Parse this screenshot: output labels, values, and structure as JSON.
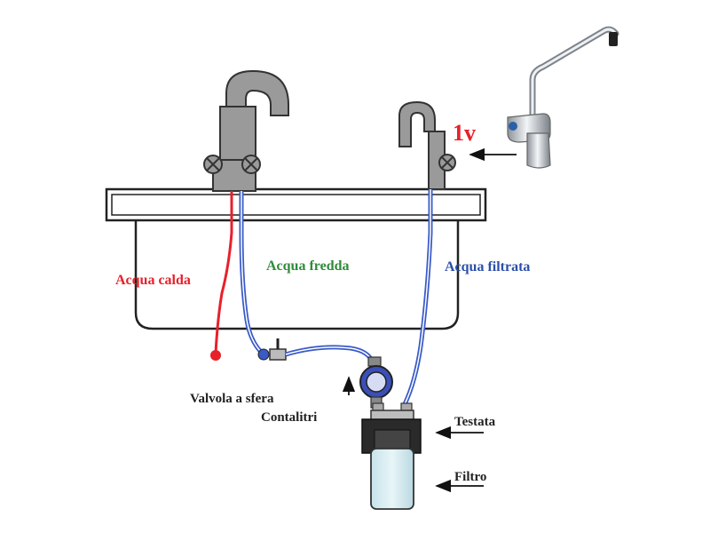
{
  "labels": {
    "hot_water": "Acqua calda",
    "cold_water": "Acqua fredda",
    "filtered_water": "Acqua filtrata",
    "ball_valve": "Valvola a sfera",
    "flow_meter": "Contalitri",
    "head": "Testata",
    "filter": "Filtro",
    "faucet_code": "1v"
  },
  "colors": {
    "hot": "#e8202a",
    "cold_label": "#2e8b3a",
    "filtered": "#2b4fa8",
    "pipe_blue": "#3a5bc7",
    "outline": "#222222",
    "label_dark": "#222222"
  }
}
